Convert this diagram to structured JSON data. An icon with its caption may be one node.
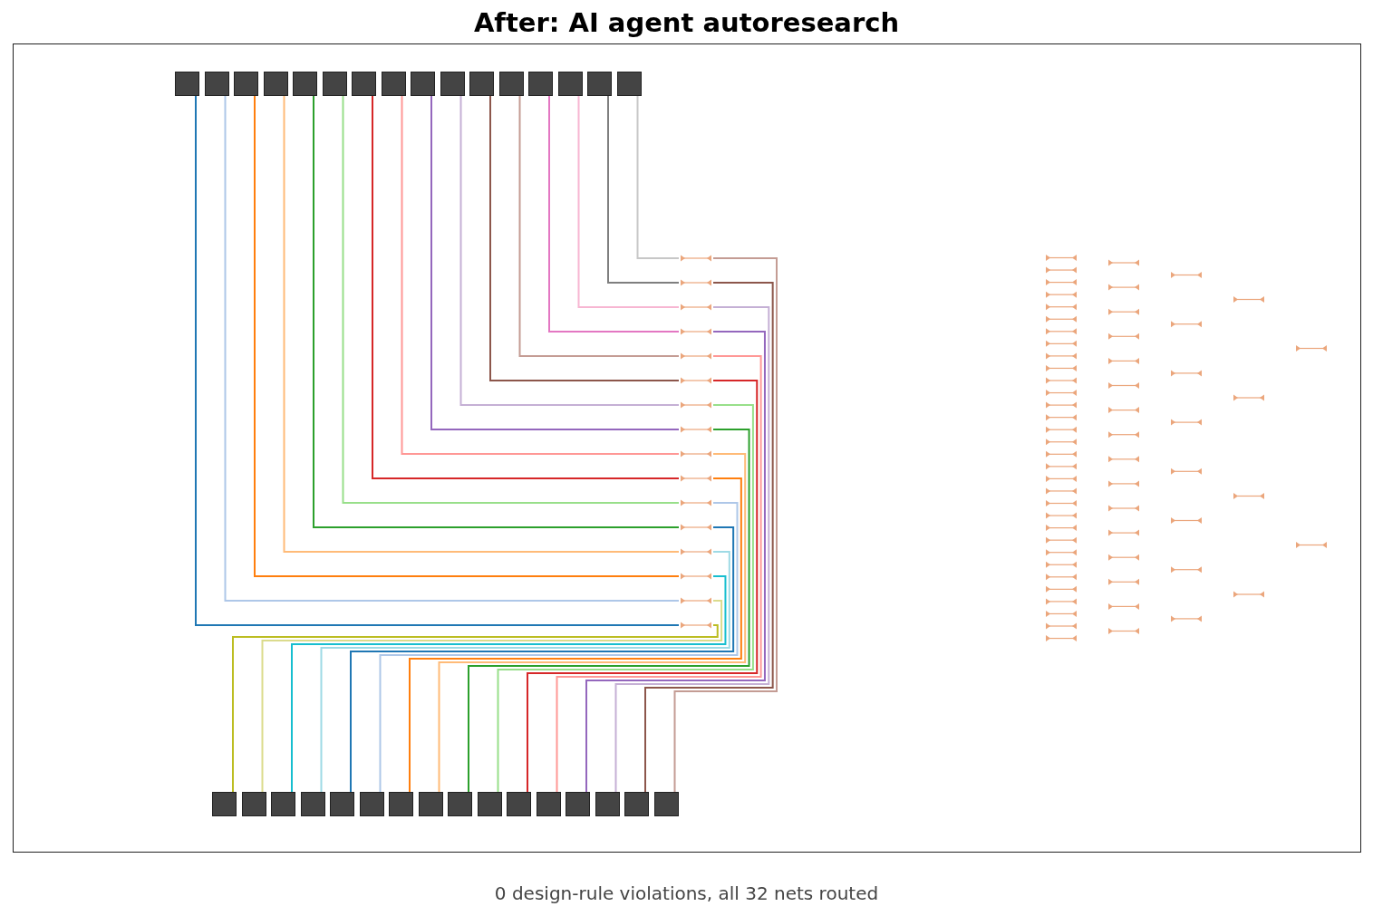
{
  "diagram": {
    "title": "After: AI agent autoresearch",
    "caption": "0 design-rule violations, all 32 nets routed",
    "nodes": [
      {
        "text": [],
        "shape": "box"
      },
      {
        "text": [],
        "shape": "box"
      },
      {
        "text": [],
        "shape": "box"
      },
      {
        "text": [],
        "shape": "box"
      },
      {
        "text": [],
        "shape": "box"
      },
      {
        "text": [],
        "shape": "box"
      },
      {
        "text": [],
        "shape": "box"
      },
      {
        "text": [],
        "shape": "box"
      },
      {
        "text": [],
        "shape": "box"
      },
      {
        "text": [],
        "shape": "box"
      },
      {
        "text": [],
        "shape": "box"
      },
      {
        "text": [],
        "shape": "box"
      },
      {
        "text": [],
        "shape": "box"
      },
      {
        "text": [],
        "shape": "box"
      },
      {
        "text": [],
        "shape": "box"
      },
      {
        "text": [],
        "shape": "box"
      },
      {
        "text": [],
        "shape": "bar"
      },
      {
        "text": [],
        "shape": "bar"
      },
      {
        "text": [],
        "shape": "bar"
      },
      {
        "text": [],
        "shape": "bar"
      },
      {
        "text": [],
        "shape": "bar"
      },
      {
        "text": [],
        "shape": "bar"
      },
      {
        "text": [],
        "shape": "bar"
      },
      {
        "text": [],
        "shape": "bar"
      },
      {
        "text": [],
        "shape": "bar"
      },
      {
        "text": [],
        "shape": "bar"
      },
      {
        "text": [],
        "shape": "bar"
      },
      {
        "text": [],
        "shape": "bar"
      },
      {
        "text": [],
        "shape": "bar"
      },
      {
        "text": [],
        "shape": "bar"
      },
      {
        "text": [],
        "shape": "bar"
      },
      {
        "text": [],
        "shape": "bar"
      },
      {
        "text": [],
        "shape": "box"
      },
      {
        "text": [],
        "shape": "box"
      },
      {
        "text": [],
        "shape": "box"
      },
      {
        "text": [],
        "shape": "box"
      },
      {
        "text": [],
        "shape": "box"
      },
      {
        "text": [],
        "shape": "box"
      },
      {
        "text": [],
        "shape": "box"
      },
      {
        "text": [],
        "shape": "box"
      },
      {
        "text": [],
        "shape": "box"
      },
      {
        "text": [],
        "shape": "box"
      },
      {
        "text": [],
        "shape": "box"
      },
      {
        "text": [],
        "shape": "box"
      },
      {
        "text": [],
        "shape": "box"
      },
      {
        "text": [],
        "shape": "box"
      },
      {
        "text": [],
        "shape": "box"
      },
      {
        "text": [],
        "shape": "box"
      }
    ],
    "edges": [
      {
        "from": 0,
        "to": 31,
        "arrow": "none",
        "color": "#1f77b4"
      },
      {
        "from": 1,
        "to": 30,
        "arrow": "none",
        "color": "#aec7e8"
      },
      {
        "from": 2,
        "to": 29,
        "arrow": "none",
        "color": "#ff7f0e"
      },
      {
        "from": 3,
        "to": 28,
        "arrow": "none",
        "color": "#ffbb78"
      },
      {
        "from": 4,
        "to": 27,
        "arrow": "none",
        "color": "#2ca02c"
      },
      {
        "from": 5,
        "to": 26,
        "arrow": "none",
        "color": "#98df8a"
      },
      {
        "from": 6,
        "to": 25,
        "arrow": "none",
        "color": "#d62728"
      },
      {
        "from": 7,
        "to": 24,
        "arrow": "none",
        "color": "#ff9896"
      },
      {
        "from": 8,
        "to": 23,
        "arrow": "none",
        "color": "#9467bd"
      },
      {
        "from": 9,
        "to": 22,
        "arrow": "none",
        "color": "#c5b0d5"
      },
      {
        "from": 10,
        "to": 21,
        "arrow": "none",
        "color": "#8c564b"
      },
      {
        "from": 11,
        "to": 20,
        "arrow": "none",
        "color": "#c49c94"
      },
      {
        "from": 12,
        "to": 19,
        "arrow": "none",
        "color": "#e377c2"
      },
      {
        "from": 13,
        "to": 18,
        "arrow": "none",
        "color": "#f7b6d2"
      },
      {
        "from": 14,
        "to": 17,
        "arrow": "none",
        "color": "#7f7f7f"
      },
      {
        "from": 15,
        "to": 16,
        "arrow": "none",
        "color": "#c7c7c7"
      },
      {
        "from": 32,
        "to": 31,
        "arrow": "none",
        "color": "#bcbd22"
      },
      {
        "from": 33,
        "to": 30,
        "arrow": "none",
        "color": "#dbdb8d"
      },
      {
        "from": 34,
        "to": 29,
        "arrow": "none",
        "color": "#17becf"
      },
      {
        "from": 35,
        "to": 28,
        "arrow": "none",
        "color": "#9edae5"
      },
      {
        "from": 36,
        "to": 27,
        "arrow": "none",
        "color": "#1f77b4"
      },
      {
        "from": 37,
        "to": 26,
        "arrow": "none",
        "color": "#aec7e8"
      },
      {
        "from": 38,
        "to": 25,
        "arrow": "none",
        "color": "#ff7f0e"
      },
      {
        "from": 39,
        "to": 24,
        "arrow": "none",
        "color": "#ffbb78"
      },
      {
        "from": 40,
        "to": 23,
        "arrow": "none",
        "color": "#2ca02c"
      },
      {
        "from": 41,
        "to": 22,
        "arrow": "none",
        "color": "#98df8a"
      },
      {
        "from": 42,
        "to": 21,
        "arrow": "none",
        "color": "#d62728"
      },
      {
        "from": 43,
        "to": 20,
        "arrow": "none",
        "color": "#ff9896"
      },
      {
        "from": 44,
        "to": 19,
        "arrow": "none",
        "color": "#9467bd"
      },
      {
        "from": 45,
        "to": 18,
        "arrow": "none",
        "color": "#c5b0d5"
      },
      {
        "from": 46,
        "to": 17,
        "arrow": "none",
        "color": "#8c564b"
      },
      {
        "from": 47,
        "to": 16,
        "arrow": "none",
        "color": "#c49c94"
      }
    ]
  }
}
